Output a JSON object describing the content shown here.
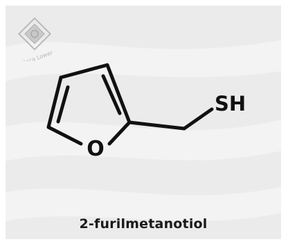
{
  "figure": {
    "atoms": {
      "sulfur_group": "SH",
      "oxygen": "O"
    },
    "caption": "2-furilmetanotiol",
    "logo": {
      "icon": "diamond-seal-icon",
      "watermark_text": "Coca Lower"
    },
    "colors": {
      "background": "#ebebeb",
      "wave": "#f4f4f4",
      "bond": "#111111",
      "logo": "#b9b9b9"
    }
  }
}
